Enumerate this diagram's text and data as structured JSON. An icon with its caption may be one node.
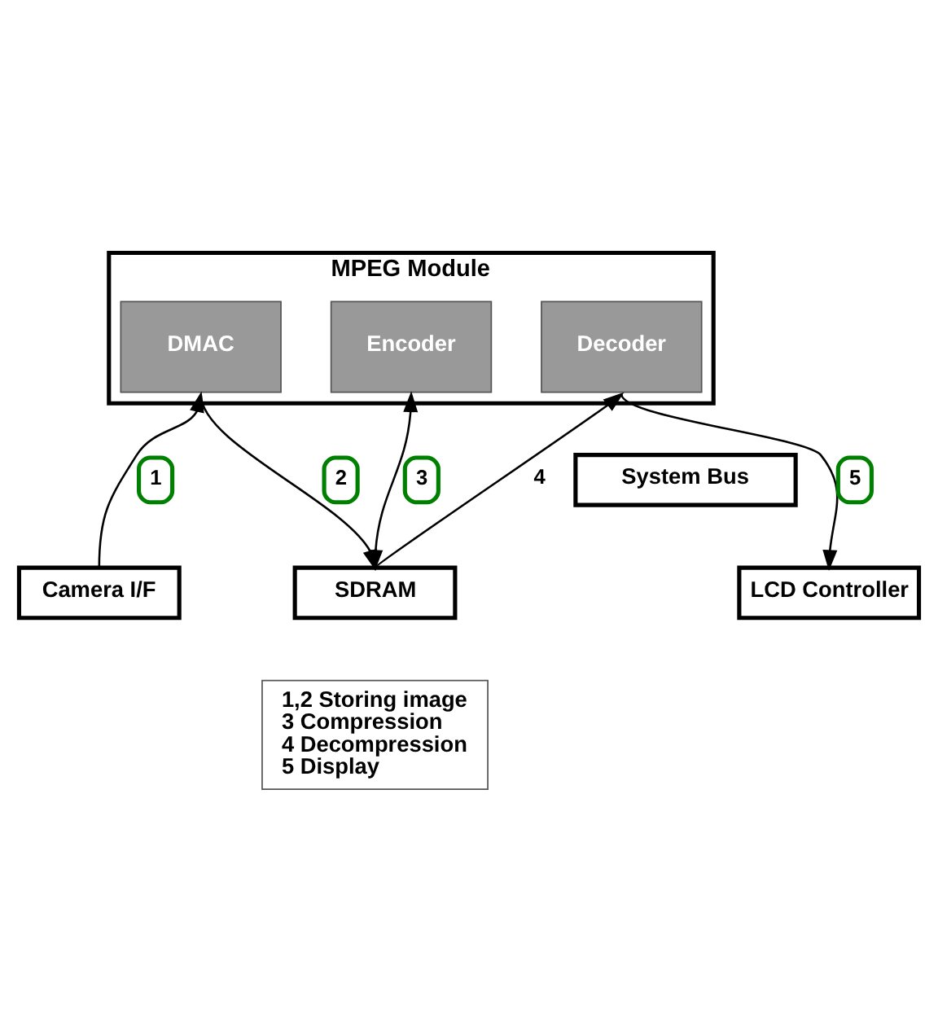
{
  "diagram": {
    "nodes": [
      {
        "text": [
          "MPEG Module"
        ]
      },
      {
        "text": [
          "DMAC"
        ],
        "in": 0
      },
      {
        "text": [
          "Encoder"
        ],
        "in": 0
      },
      {
        "text": [
          "Decoder"
        ],
        "in": 0
      },
      {
        "text": [
          "System Bus"
        ]
      },
      {
        "text": [
          "Camera I/F"
        ]
      },
      {
        "text": [
          "SDRAM"
        ]
      },
      {
        "text": [
          "LCD Controller"
        ]
      },
      {
        "text": [
          "1,2 Storing image",
          "3 Compression",
          "4 Decompression",
          "5 Display"
        ]
      }
    ],
    "edges": [
      {
        "from": 5,
        "to": 1,
        "arrow": "to",
        "label": "1"
      },
      {
        "from": 1,
        "to": 6,
        "arrow": "to",
        "label": "2"
      },
      {
        "from": 6,
        "to": 2,
        "arrow": "both",
        "label": "3"
      },
      {
        "from": 6,
        "to": 3,
        "arrow": "to",
        "label": "4"
      },
      {
        "from": 3,
        "to": 7,
        "arrow": "to",
        "label": "5"
      }
    ]
  }
}
